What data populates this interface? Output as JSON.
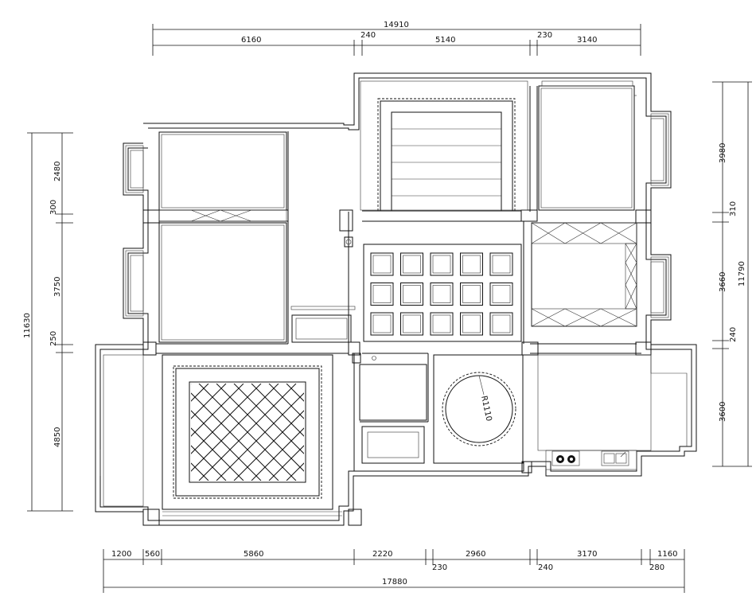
{
  "dimensions": {
    "top_total": "14910",
    "top": [
      "6160",
      "240",
      "5140",
      "230",
      "3140"
    ],
    "left_total": "11630",
    "left": [
      "2480",
      "300",
      "3750",
      "250",
      "4850"
    ],
    "right_total": "11790",
    "right": [
      "3980",
      "310",
      "3660",
      "240",
      "3600"
    ],
    "bottom_total": "17880",
    "bottom": [
      "1200",
      "560",
      "5860",
      "2220",
      "230",
      "2960",
      "240",
      "3170",
      "280",
      "1160"
    ]
  },
  "labels": {
    "radius": "R1110"
  }
}
